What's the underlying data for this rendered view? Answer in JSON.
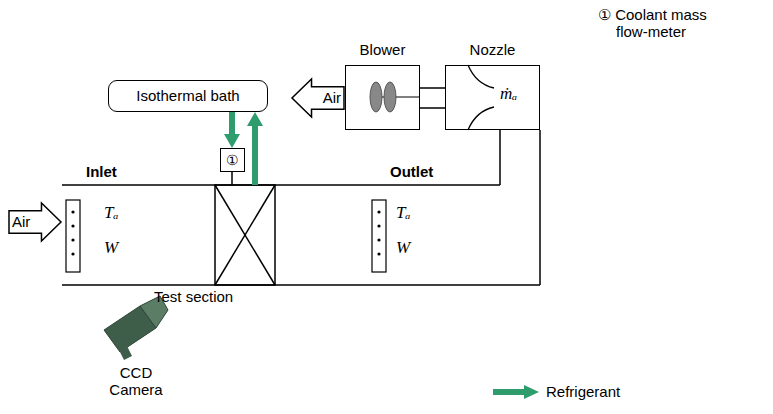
{
  "diagram": {
    "nodes": [
      {
        "text": [
          "Isothermal bath"
        ]
      },
      {
        "text": [
          "Blower"
        ]
      },
      {
        "text": [
          "Nozzle",
          "ṁₐ"
        ]
      },
      {
        "text": [
          "Air"
        ]
      },
      {
        "text": [
          "①"
        ]
      },
      {
        "text": [
          "Inlet",
          "Outlet",
          "Test section"
        ]
      },
      {
        "text": [
          "Air"
        ]
      }
    ],
    "edges": [
      {
        "from": 0,
        "to": 4,
        "arrow": "to"
      },
      {
        "from": 5,
        "to": 0,
        "arrow": "to"
      },
      {
        "from": 4,
        "to": 5,
        "arrow": "none"
      },
      {
        "from": 5,
        "to": 2,
        "arrow": "none"
      }
    ],
    "labels": [
      "① Coolant mass flow-meter",
      "Tₐ",
      "W",
      "Tₐ",
      "W",
      "CCD Camera"
    ],
    "legend": [
      {
        "text": "Refrigerant"
      }
    ]
  }
}
